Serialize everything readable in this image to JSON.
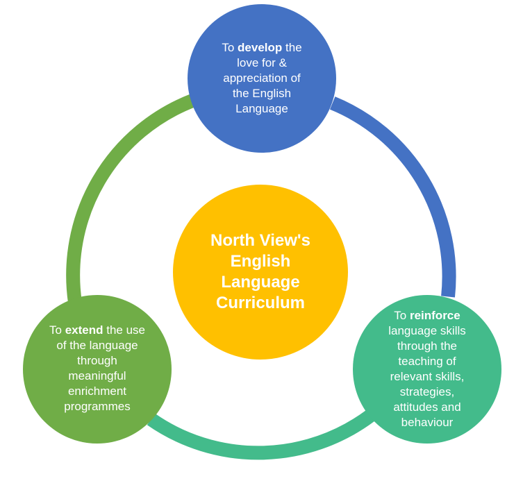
{
  "colors": {
    "blue": "#4472C4",
    "teal": "#43BB8B",
    "green": "#70AD47",
    "gold": "#FFC000",
    "text": "#FFFFFF"
  },
  "center": {
    "lines": [
      "North View's",
      "English",
      "Language",
      "Curriculum"
    ]
  },
  "top": {
    "prefix": "To",
    "keyword": "develop",
    "suffix": "the",
    "lines": [
      "love for &",
      "appreciation of",
      "the English",
      "Language"
    ]
  },
  "right": {
    "prefix": "To",
    "keyword": "reinforce",
    "lines": [
      "language skills",
      "through the",
      "teaching of",
      "relevant skills,",
      "strategies,",
      "attitudes and",
      "behaviour"
    ]
  },
  "left": {
    "prefix": "To",
    "keyword": "extend",
    "suffix": "the use",
    "lines": [
      "of the language",
      "through",
      "meaningful",
      "enrichment",
      "programmes"
    ]
  }
}
